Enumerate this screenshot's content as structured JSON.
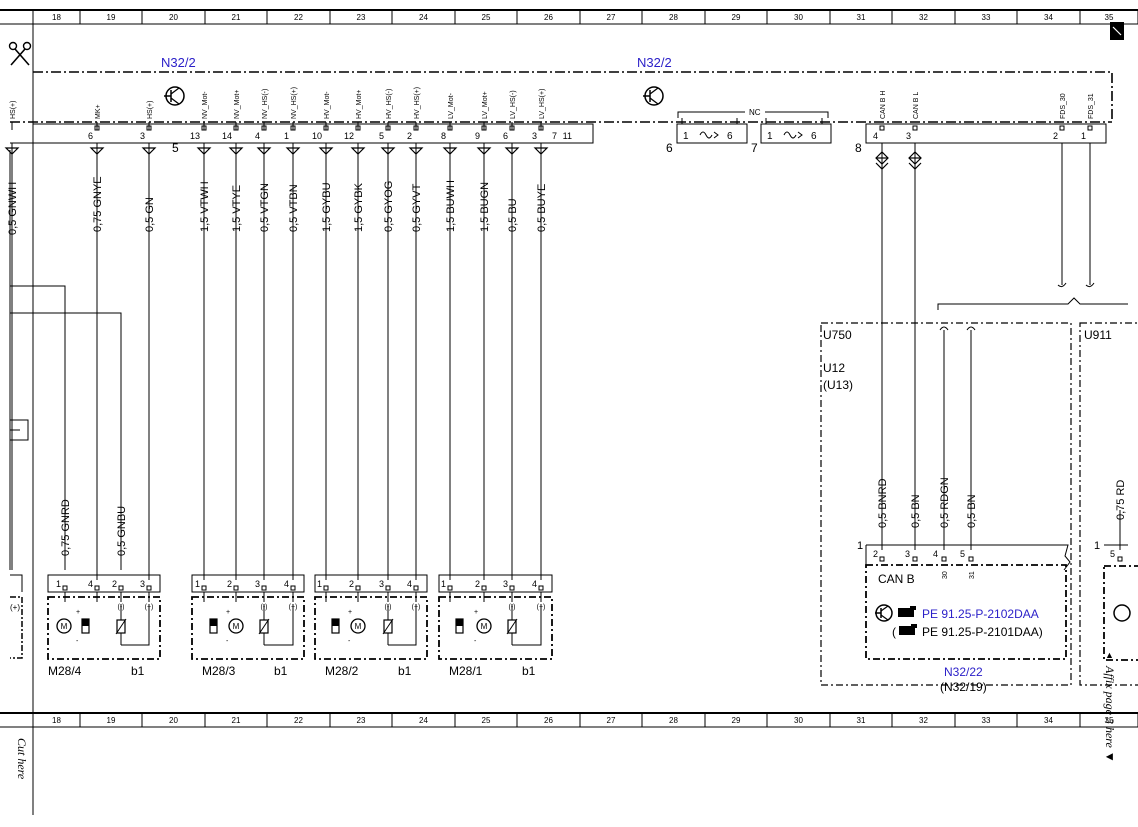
{
  "grid": {
    "columns": [
      "18",
      "19",
      "20",
      "21",
      "22",
      "23",
      "24",
      "25",
      "26",
      "27",
      "28",
      "29",
      "30",
      "31",
      "32",
      "33",
      "34",
      "35"
    ]
  },
  "header": {
    "module_left": "N32/2",
    "module_right": "N32/2"
  },
  "connector_5": {
    "label": "5",
    "pins": [
      {
        "no": "6",
        "sig": "MK+"
      },
      {
        "no": "3",
        "sig": "HS(+)"
      },
      {
        "no": "13",
        "sig": "NV_Mot-"
      },
      {
        "no": "14",
        "sig": "NV_Mot+"
      },
      {
        "no": "4",
        "sig": "NV_HS(-)"
      },
      {
        "no": "1",
        "sig": "NV_HS(+)"
      },
      {
        "no": "10",
        "sig": "HV_Mot-"
      },
      {
        "no": "12",
        "sig": "HV_Mot+"
      },
      {
        "no": "5",
        "sig": "HV_HS(-)"
      },
      {
        "no": "2",
        "sig": "HV_HS(+)"
      },
      {
        "no": "8",
        "sig": "LV_Mot-"
      },
      {
        "no": "9",
        "sig": "LV_Mot+"
      },
      {
        "no": "6",
        "sig": "LV_HS(-)"
      },
      {
        "no": "3",
        "sig": "LV_HS(+)"
      },
      {
        "no": "7",
        "sig": ""
      },
      {
        "no": "11",
        "sig": ""
      }
    ],
    "left_edge_signal": "HS(+)"
  },
  "wires": [
    "0,5 GNWH",
    "0,75 GNYE",
    "0,5 GN",
    "1,5 VTWH",
    "1,5 VTYE",
    "0,5 VTGN",
    "0,5 VTBN",
    "1,5 GYBU",
    "1,5 GYBK",
    "0,5 GYOG",
    "0,5 GYVT",
    "1,5 BUWH",
    "1,5 BUGN",
    "0,5 BU",
    "0,5 BUYE"
  ],
  "left_wires": [
    "0,75 GNRD",
    "0,5 GNBU"
  ],
  "connector_6": {
    "label": "6",
    "nc": "NC",
    "pins": [
      "1",
      "6"
    ]
  },
  "connector_7": {
    "label": "7",
    "pins": [
      "1",
      "6"
    ]
  },
  "connector_8": {
    "label": "8",
    "pins": [
      {
        "no": "4",
        "sig": "CAN B H"
      },
      {
        "no": "3",
        "sig": "CAN B L"
      }
    ],
    "right_pins": [
      {
        "no": "2",
        "sig": "FDS_30"
      },
      {
        "no": "1",
        "sig": "FDS_31"
      }
    ]
  },
  "can_wires": [
    "0,5 BNRD",
    "0,5 BN",
    "0,5 RDGN",
    "0,5 BN"
  ],
  "right_wire": "0,75 RD",
  "zone": {
    "u750": "U750",
    "u12": "U12",
    "u13": "(U13)",
    "u911": "U911"
  },
  "n32_22": {
    "conn_no": "1",
    "pins": [
      "2",
      "3",
      "4",
      "5"
    ],
    "sub_pins": [
      "30",
      "31"
    ],
    "can_b": "CAN B",
    "ref1": "PE 91.25-P-2102DAA",
    "ref2_open": "(",
    "ref2": "PE 91.25-P-2101DAA)",
    "name": "N32/22",
    "alt": "(N32/19)",
    "right_conn_no": "1",
    "right_pin": "5"
  },
  "motors": [
    {
      "name": "M28/4",
      "pins": [
        "1",
        "4",
        "2",
        "3"
      ],
      "sens": "b1"
    },
    {
      "name": "M28/3",
      "pins": [
        "1",
        "2",
        "3",
        "4"
      ],
      "sens": "b1"
    },
    {
      "name": "M28/2",
      "pins": [
        "1",
        "2",
        "3",
        "4"
      ],
      "sens": "b1"
    },
    {
      "name": "M28/1",
      "pins": [
        "1",
        "2",
        "3",
        "4"
      ],
      "sens": "b1"
    }
  ],
  "symbols": {
    "motor": "M",
    "plus": "+",
    "minus": "-",
    "minus_paren": "(-)",
    "plus_paren": "(+)"
  },
  "footer": {
    "cut_here": "Cut here",
    "affix": "Affix page 3 here ▼",
    "arrow": "▲"
  }
}
